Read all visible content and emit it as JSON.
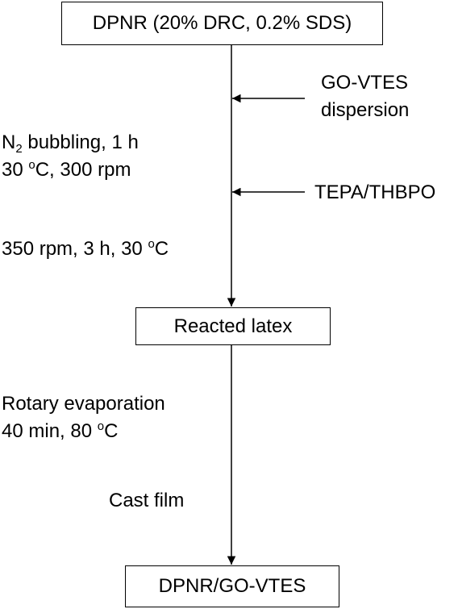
{
  "boxes": {
    "start": "DPNR (20% DRC, 0.2% SDS)",
    "middle": "Reacted latex",
    "end": "DPNR/GO-VTES"
  },
  "inputs": {
    "go_vtes": [
      "GO-VTES",
      "dispersion"
    ],
    "tepa_thbpo": "TEPA/THBPO"
  },
  "conditions": {
    "bubbling": {
      "prefix": "N",
      "subscript": "2",
      "rest": " bubbling,  1 h"
    },
    "temp_speed": {
      "prefix": "30 ",
      "superscript": "o",
      "rest": "C, 300 rpm"
    },
    "reaction": {
      "prefix": "350 rpm, 3 h,  30 ",
      "superscript": "o",
      "rest": "C"
    },
    "rotary_title": "Rotary evaporation",
    "rotary_params": {
      "prefix": "40 min, 80 ",
      "superscript": "o",
      "rest": "C"
    },
    "cast": "Cast film"
  }
}
